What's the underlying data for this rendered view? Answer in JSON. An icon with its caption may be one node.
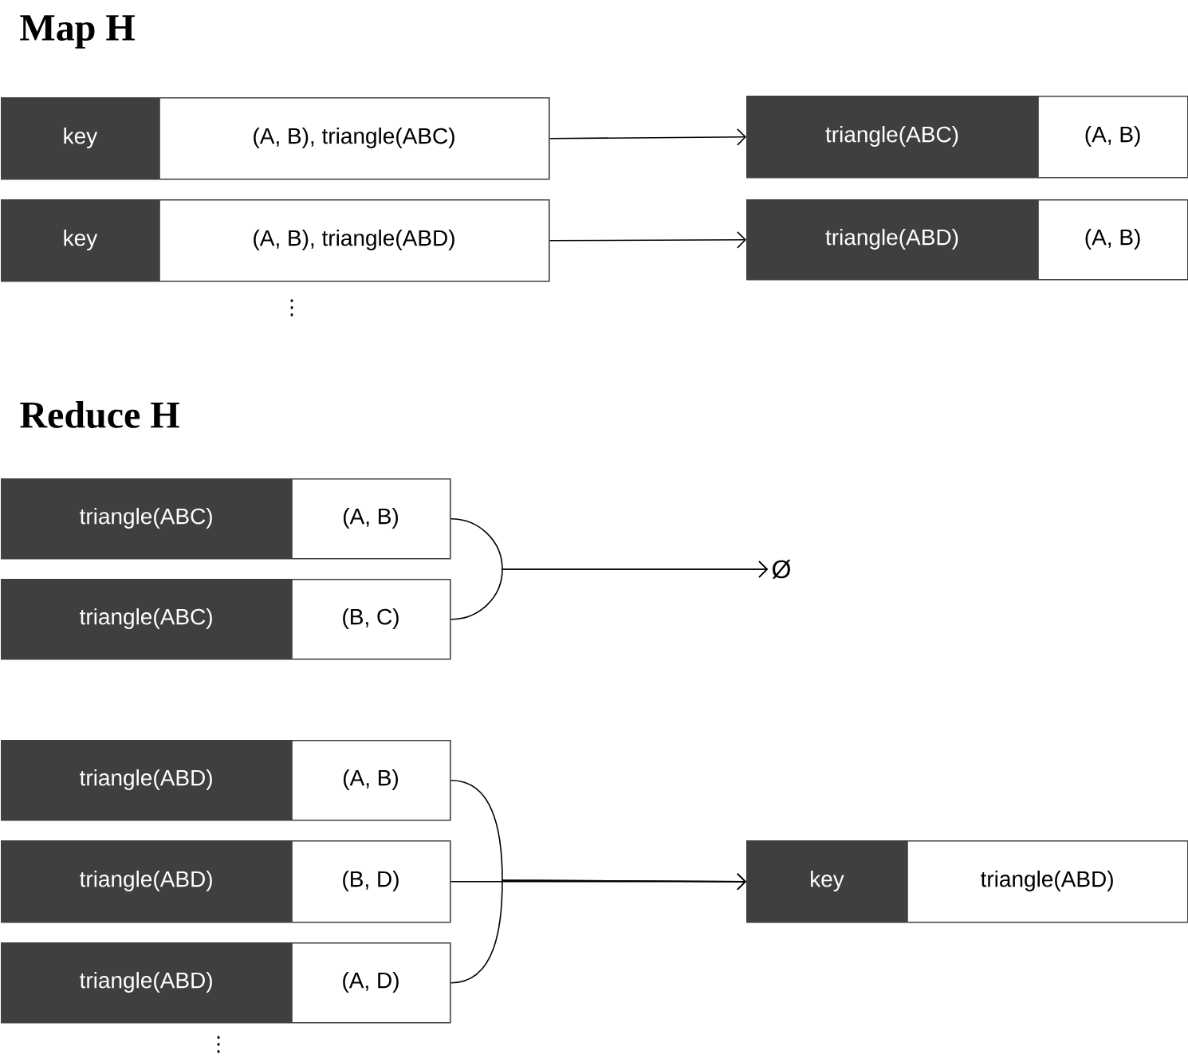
{
  "diagram": {
    "nodes": [
      {
        "text": [
          "key",
          "(A, B), triangle(ABC)"
        ]
      },
      {
        "text": [
          "triangle(ABC)",
          "(A, B)"
        ]
      },
      {
        "text": [
          "key",
          "(A, B), triangle(ABD)"
        ]
      },
      {
        "text": [
          "triangle(ABD)",
          "(A, B)"
        ]
      },
      {
        "text": [
          "triangle(ABC)",
          "(A, B)"
        ]
      },
      {
        "text": [
          "triangle(ABC)",
          "(B, C)"
        ]
      },
      {
        "text": [
          "Ø"
        ]
      },
      {
        "text": [
          "triangle(ABD)",
          "(A, B)"
        ]
      },
      {
        "text": [
          "triangle(ABD)",
          "(B, D)"
        ]
      },
      {
        "text": [
          "triangle(ABD)",
          "(A, D)"
        ]
      },
      {
        "text": [
          "key",
          "triangle(ABD)"
        ]
      }
    ],
    "edges": [
      {
        "from": 0,
        "to": 1,
        "arrow": "to"
      },
      {
        "from": 2,
        "to": 3,
        "arrow": "to"
      },
      {
        "from": 4,
        "to": 6,
        "arrow": "to"
      },
      {
        "from": 5,
        "to": 6,
        "arrow": "to"
      },
      {
        "from": 7,
        "to": 10,
        "arrow": "to"
      },
      {
        "from": 8,
        "to": 10,
        "arrow": "to"
      },
      {
        "from": 9,
        "to": 10,
        "arrow": "to"
      }
    ],
    "labels": [
      "Map H",
      "⋮",
      "Reduce H",
      "⋮"
    ]
  }
}
